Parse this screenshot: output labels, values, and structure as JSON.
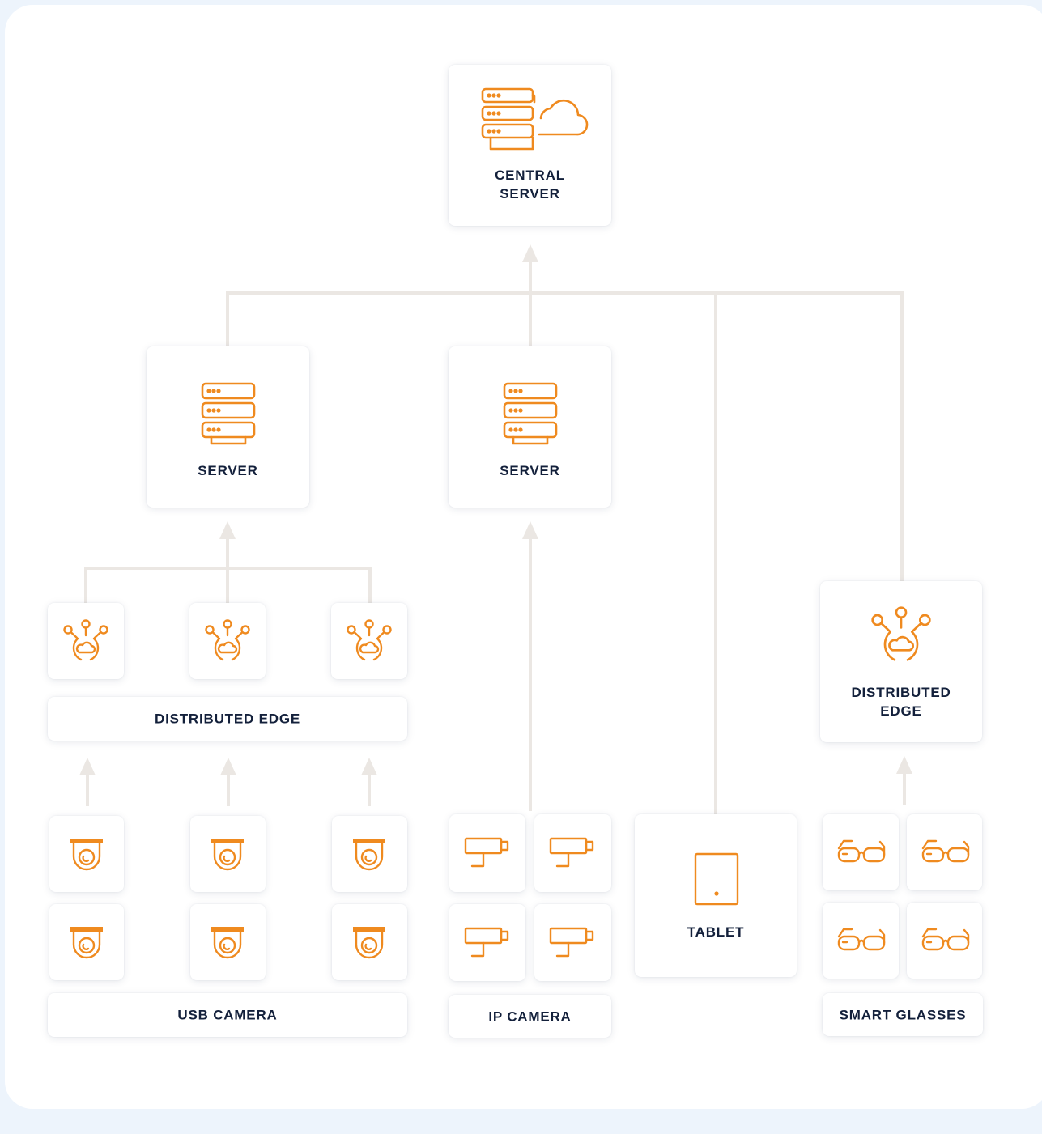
{
  "colors": {
    "background": "#edf4fc",
    "panel": "#ffffff",
    "icon": "#ef8a1f",
    "text": "#13203b",
    "connector": "#ebe7e3"
  },
  "nodes": {
    "central_server": {
      "label": "CENTRAL\nSERVER",
      "icon": "server-cloud-icon"
    },
    "server_left": {
      "label": "SERVER",
      "icon": "server-rack-icon"
    },
    "server_middle": {
      "label": "SERVER",
      "icon": "server-rack-icon"
    },
    "distributed_edge_group": {
      "label": "DISTRIBUTED EDGE",
      "icon": "edge-network-icon"
    },
    "distributed_edge_single": {
      "label": "DISTRIBUTED\nEDGE",
      "icon": "edge-network-icon"
    },
    "usb_camera": {
      "label": "USB CAMERA",
      "icon": "dome-camera-icon"
    },
    "ip_camera": {
      "label": "IP CAMERA",
      "icon": "bullet-camera-icon"
    },
    "tablet": {
      "label": "TABLET",
      "icon": "tablet-icon"
    },
    "smart_glasses": {
      "label": "SMART GLASSES",
      "icon": "glasses-icon"
    }
  }
}
